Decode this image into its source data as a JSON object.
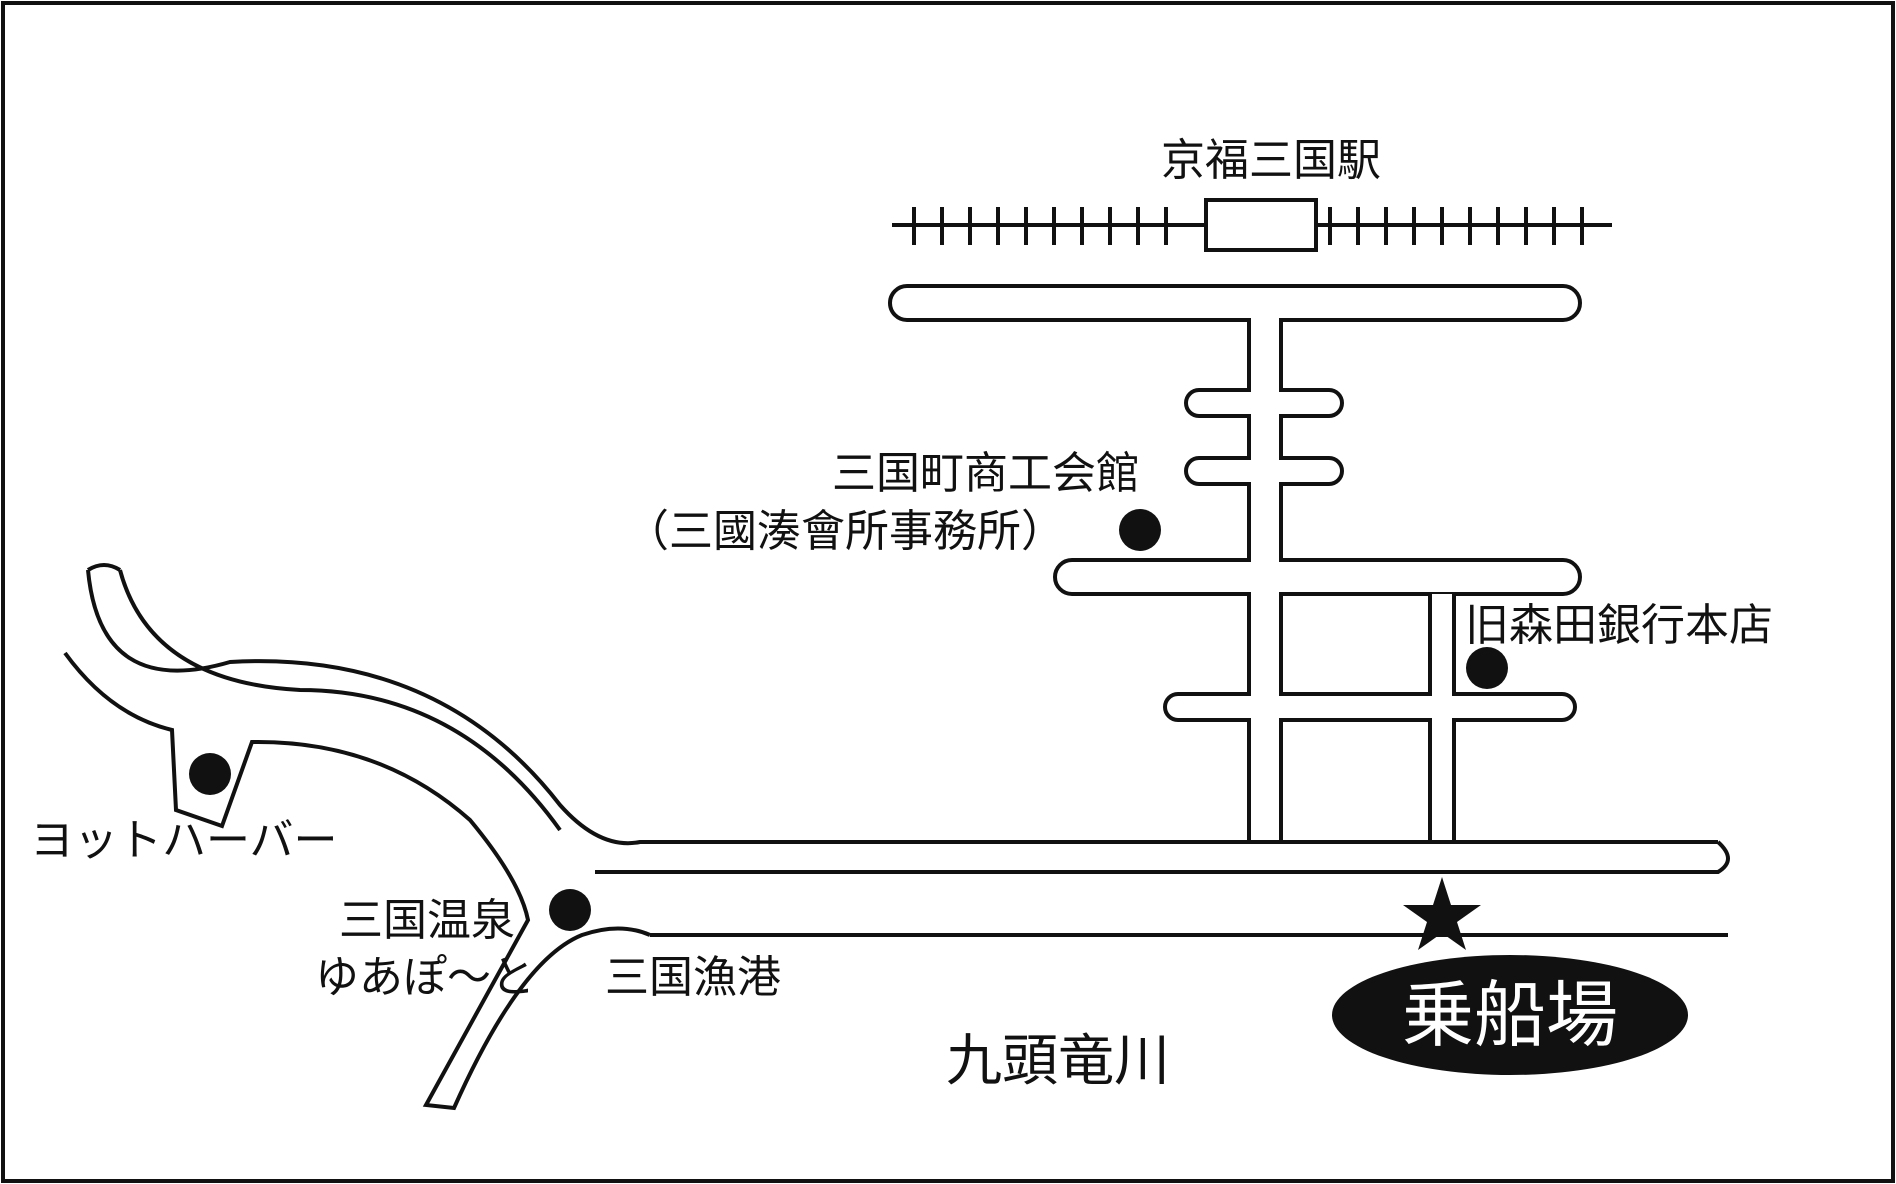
{
  "map": {
    "station": "京福三国駅",
    "places": {
      "commerce_hall": "三国町商工会館",
      "commerce_hall_alt": "（三國湊會所事務所）",
      "old_bank": "旧森田銀行本店",
      "yacht_harbor": "ヨットハーバー",
      "onsen": "三国温泉",
      "onsen_name": "ゆあぽ～と",
      "fishing_port": "三国漁港",
      "river": "九頭竜川",
      "pier": "乗船場"
    },
    "colors": {
      "ink": "#111111",
      "paper": "#ffffff"
    },
    "icons": {
      "railway": "railway-track-icon",
      "station": "station-box-icon",
      "poi": "location-dot-icon",
      "destination": "star-icon"
    }
  }
}
